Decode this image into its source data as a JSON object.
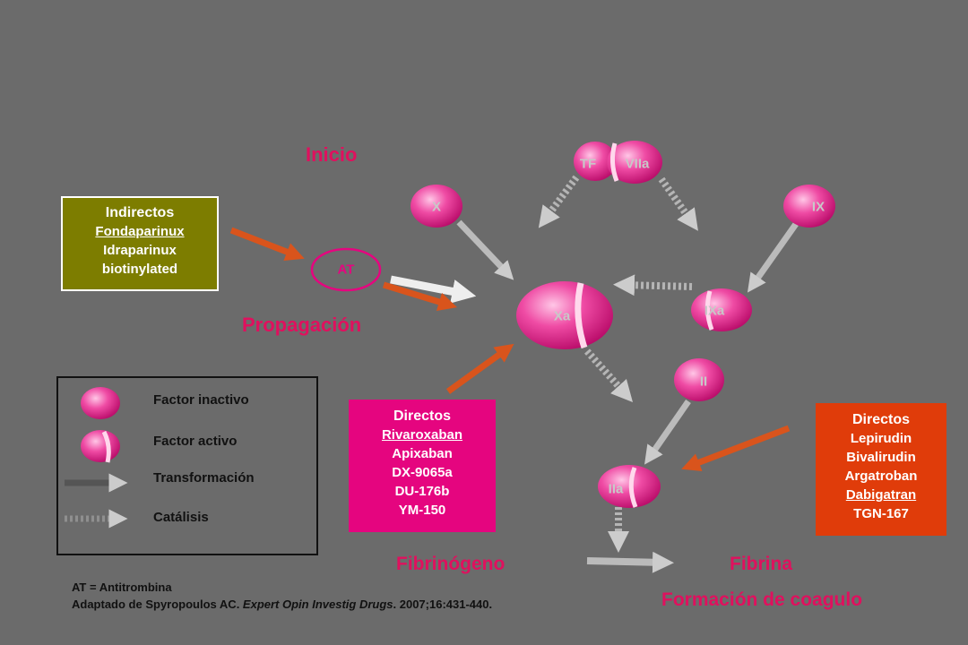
{
  "stages": {
    "inicio": "Inicio",
    "propagacion": "Propagación",
    "fibrinogeno": "Fibrinógeno",
    "fibrina": "Fibrina",
    "formacion": "Formación de coagulo"
  },
  "factors": {
    "tf": "TF",
    "viia": "VIIa",
    "x": "X",
    "ix": "IX",
    "at": "AT",
    "xa": "Xa",
    "ixa": "IXa",
    "ii": "II",
    "iia": "IIa"
  },
  "boxes": {
    "indirectos": {
      "title": "Indirectos",
      "items": [
        "Fondaparinux",
        "Idraparinux",
        "biotinylated"
      ],
      "color": "#7d7d00"
    },
    "directos_xa": {
      "title": "Directos",
      "items": [
        "Rivaroxaban",
        "Apixaban",
        "DX-9065a",
        "DU-176b",
        "YM-150"
      ],
      "color": "#e5057f"
    },
    "directos_iia": {
      "title": "Directos",
      "items": [
        "Lepirudin",
        "Bivalirudin",
        "Argatroban",
        "Dabigatran",
        "TGN-167"
      ],
      "color": "#e03c0a"
    }
  },
  "legend": {
    "inactive": "Factor inactivo",
    "active": "Factor activo",
    "transform": "Transformación",
    "catalysis": "Catálisis"
  },
  "footnote": {
    "abbrev": "AT = Antitrombina",
    "ref_prefix": "Adaptado de Spyropoulos AC. ",
    "ref_journal": "Expert Opin Investig Drugs",
    "ref_suffix": ". 2007;16:431-440."
  },
  "colors": {
    "background": "#6b6b6b",
    "accent": "#e0105e",
    "inhibitor_arrow": "#d9541c",
    "arrow_gray": "#c8c8c8"
  }
}
